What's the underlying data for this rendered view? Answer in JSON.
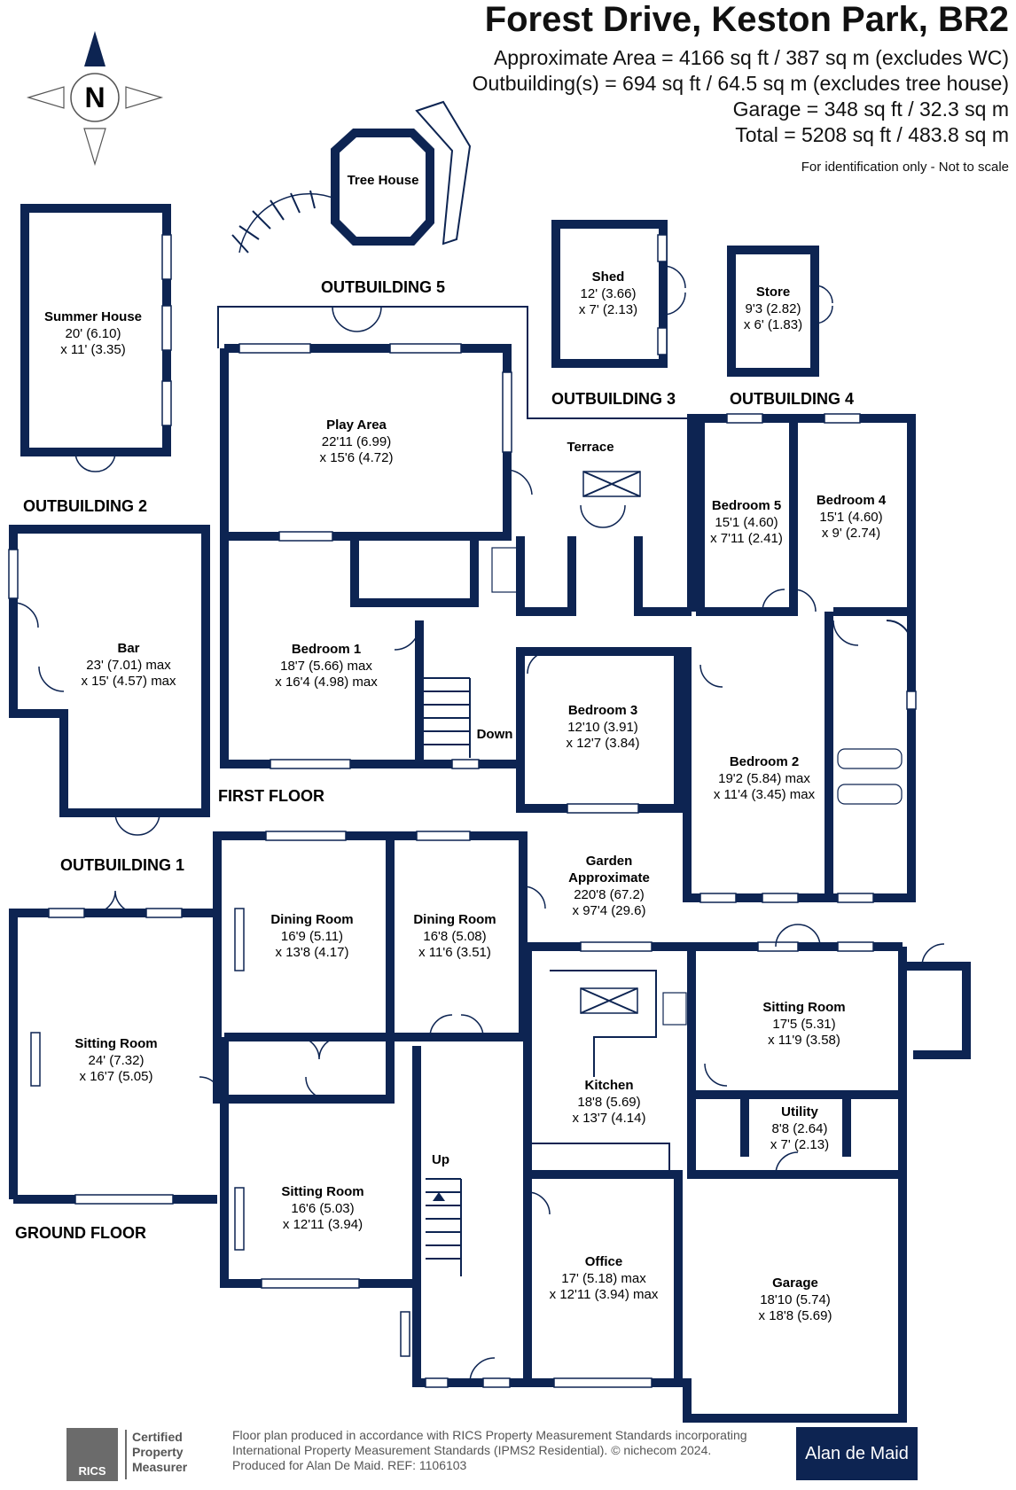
{
  "header": {
    "title": "Forest Drive, Keston Park, BR2",
    "area_line": "Approximate Area = 4166 sq ft / 387 sq m (excludes WC)",
    "outbuildings_line": "Outbuilding(s) = 694 sq ft / 64.5 sq m (excludes tree house)",
    "garage_line": "Garage = 348 sq ft / 32.3 sq m",
    "total_line": "Total = 5208 sq ft / 483.8 sq m",
    "note": "For identification only - Not to scale"
  },
  "compass": {
    "letter": "N",
    "icon": "north-compass-icon"
  },
  "sections": {
    "outbuilding_5": "OUTBUILDING 5",
    "outbuilding_3": "OUTBUILDING 3",
    "outbuilding_4": "OUTBUILDING 4",
    "outbuilding_2": "OUTBUILDING 2",
    "outbuilding_1": "OUTBUILDING 1",
    "first_floor": "FIRST FLOOR",
    "ground_floor": "GROUND FLOOR"
  },
  "rooms": {
    "tree_house": {
      "name": "Tree House"
    },
    "summer_house": {
      "name": "Summer House",
      "dim1": "20' (6.10)",
      "dim2": "x 11' (3.35)"
    },
    "shed": {
      "name": "Shed",
      "dim1": "12' (3.66)",
      "dim2": "x 7' (2.13)"
    },
    "store": {
      "name": "Store",
      "dim1": "9'3 (2.82)",
      "dim2": "x 6' (1.83)"
    },
    "bar": {
      "name": "Bar",
      "dim1": "23' (7.01) max",
      "dim2": "x 15' (4.57) max"
    },
    "play_area": {
      "name": "Play Area",
      "dim1": "22'11 (6.99)",
      "dim2": "x 15'6 (4.72)"
    },
    "terrace": {
      "name": "Terrace"
    },
    "bedroom_5": {
      "name": "Bedroom 5",
      "dim1": "15'1 (4.60)",
      "dim2": "x 7'11 (2.41)"
    },
    "bedroom_4": {
      "name": "Bedroom 4",
      "dim1": "15'1 (4.60)",
      "dim2": "x 9' (2.74)"
    },
    "bedroom_1": {
      "name": "Bedroom 1",
      "dim1": "18'7 (5.66) max",
      "dim2": "x 16'4 (4.98) max"
    },
    "bedroom_3": {
      "name": "Bedroom 3",
      "dim1": "12'10 (3.91)",
      "dim2": "x 12'7 (3.84)"
    },
    "bedroom_2": {
      "name": "Bedroom 2",
      "dim1": "19'2 (5.84) max",
      "dim2": "x 11'4 (3.45) max"
    },
    "garden": {
      "name1": "Garden",
      "name2": "Approximate",
      "dim1": "220'8 (67.2)",
      "dim2": "x 97'4 (29.6)"
    },
    "sitting_room_main": {
      "name": "Sitting Room",
      "dim1": "24' (7.32)",
      "dim2": "x 16'7 (5.05)"
    },
    "dining_room_1": {
      "name": "Dining Room",
      "dim1": "16'9 (5.11)",
      "dim2": "x 13'8 (4.17)"
    },
    "dining_room_2": {
      "name": "Dining Room",
      "dim1": "16'8 (5.08)",
      "dim2": "x 11'6 (3.51)"
    },
    "sitting_room_east": {
      "name": "Sitting Room",
      "dim1": "17'5 (5.31)",
      "dim2": "x 11'9 (3.58)"
    },
    "kitchen": {
      "name": "Kitchen",
      "dim1": "18'8 (5.69)",
      "dim2": "x 13'7 (4.14)"
    },
    "utility": {
      "name": "Utility",
      "dim1": "8'8 (2.64)",
      "dim2": "x 7' (2.13)"
    },
    "sitting_room_small": {
      "name": "Sitting Room",
      "dim1": "16'6 (5.03)",
      "dim2": "x 12'11 (3.94)"
    },
    "office": {
      "name": "Office",
      "dim1": "17' (5.18) max",
      "dim2": "x 12'11 (3.94) max"
    },
    "garage": {
      "name": "Garage",
      "dim1": "18'10 (5.74)",
      "dim2": "x 18'8 (5.69)"
    }
  },
  "stairs": {
    "down": "Down",
    "up": "Up"
  },
  "footer": {
    "line1": "Floor plan produced in accordance with RICS Property Measurement Standards incorporating",
    "line2": "International Property Measurement Standards (IPMS2 Residential).  © nichecom 2024.",
    "line3": "Produced for Alan De Maid.   REF:  1106103",
    "rics_badge": "RICS",
    "rics_line1": "Certified",
    "rics_line2": "Property",
    "rics_line3": "Measurer",
    "brand": "Alan de Maid"
  },
  "colors": {
    "wall": "#0d2452",
    "background": "#ffffff"
  }
}
